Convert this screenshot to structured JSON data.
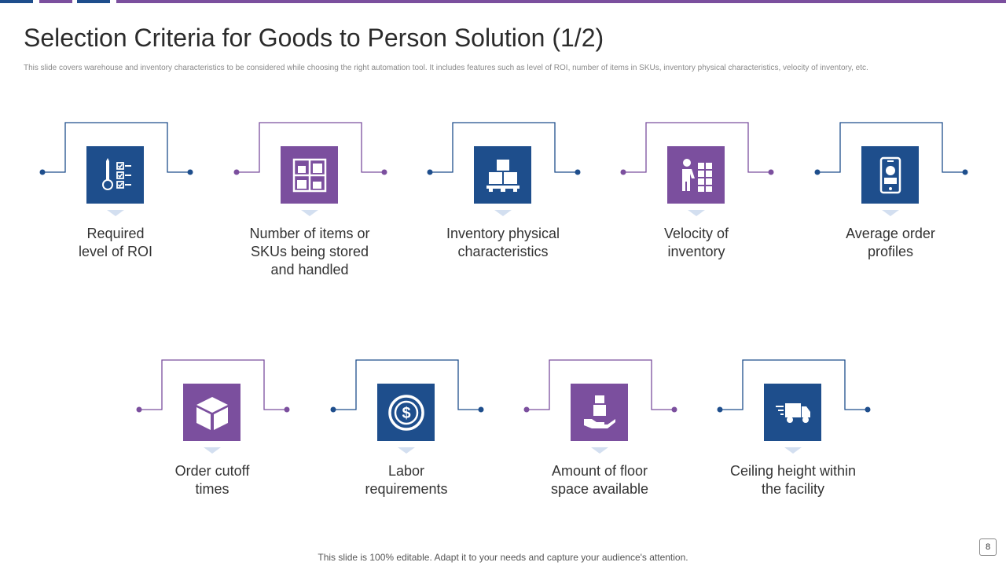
{
  "title": "Selection Criteria for Goods to Person Solution (1/2)",
  "subtitle": "This slide covers warehouse and inventory characteristics to be considered while choosing the right automation tool. It includes features such as level of ROI,  number of items in SKUs,  inventory physical characteristics, velocity of inventory, etc.",
  "colors": {
    "blue": "#1e4e8c",
    "purple": "#7b4f9e",
    "triangle": "#d3dff0"
  },
  "criteria": [
    {
      "label": "Required\nlevel of ROI",
      "icon": "roi-checklist-icon",
      "color": "blue"
    },
    {
      "label": "Number of items or\nSKUs being stored\nand handled",
      "icon": "shelf-boxes-icon",
      "color": "purple"
    },
    {
      "label": "Inventory physical\ncharacteristics",
      "icon": "pallet-boxes-icon",
      "color": "blue"
    },
    {
      "label": "Velocity of\ninventory",
      "icon": "person-stacking-icon",
      "color": "purple"
    },
    {
      "label": "Average order\nprofiles",
      "icon": "mobile-order-icon",
      "color": "blue"
    },
    {
      "label": "Order cutoff\ntimes",
      "icon": "package-box-icon",
      "color": "purple"
    },
    {
      "label": "Labor\nrequirements",
      "icon": "dollar-coin-icon",
      "color": "blue"
    },
    {
      "label": "Amount of floor\nspace available",
      "icon": "hand-box-icon",
      "color": "purple"
    },
    {
      "label": "Ceiling height within\nthe facility",
      "icon": "delivery-truck-icon",
      "color": "blue"
    }
  ],
  "footer": "This slide is 100% editable. Adapt it to your needs and capture your audience's attention.",
  "page_number": "8"
}
